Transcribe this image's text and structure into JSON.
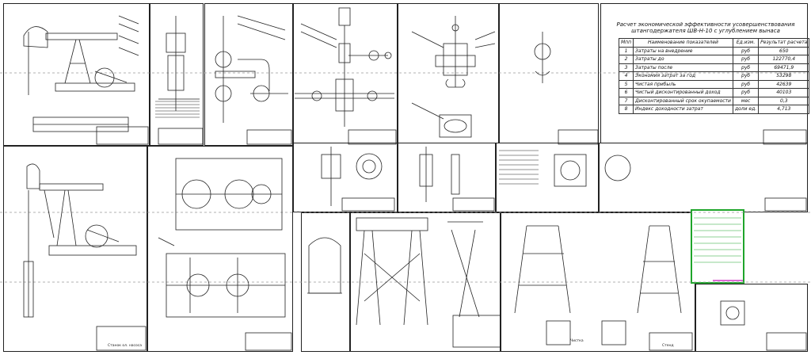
{
  "economics": {
    "title_line1": "Расчет экономической эффективности усовершенствования",
    "title_line2": "штангодержателя ШВ-Н-10 с углублением вынаса",
    "headers": {
      "num": "Мпп",
      "name": "Наименование показателей",
      "unit": "Ед.изм.",
      "value": "Результат расчета"
    },
    "rows": [
      {
        "num": "1",
        "name": "Затраты на внедрение",
        "unit": "руб",
        "value": "650"
      },
      {
        "num": "2",
        "name": "Затраты до",
        "unit": "руб",
        "value": "122770,4"
      },
      {
        "num": "3",
        "name": "Затраты после",
        "unit": "руб",
        "value": "69471,9"
      },
      {
        "num": "4",
        "name": "Экономия затрат за год",
        "unit": "руб",
        "value": "53298"
      },
      {
        "num": "5",
        "name": "Чистая прибыль",
        "unit": "руб",
        "value": "42639"
      },
      {
        "num": "6",
        "name": "Чистый дисконтированный доход",
        "unit": "руб",
        "value": "40103"
      },
      {
        "num": "7",
        "name": "Дисконтированный срок окупаемости",
        "unit": "мес",
        "value": "0,3"
      },
      {
        "num": "8",
        "name": "Индекс доходности затрат",
        "unit": "доли ед.",
        "value": "4,713"
      }
    ]
  },
  "stamps": {
    "s7": "Чистка",
    "s15": "Станок ол. насоса",
    "s16": "Стенд"
  },
  "colors": {
    "line": "#222222",
    "highlight": "#1fa52b",
    "accent": "#d23cc8"
  }
}
